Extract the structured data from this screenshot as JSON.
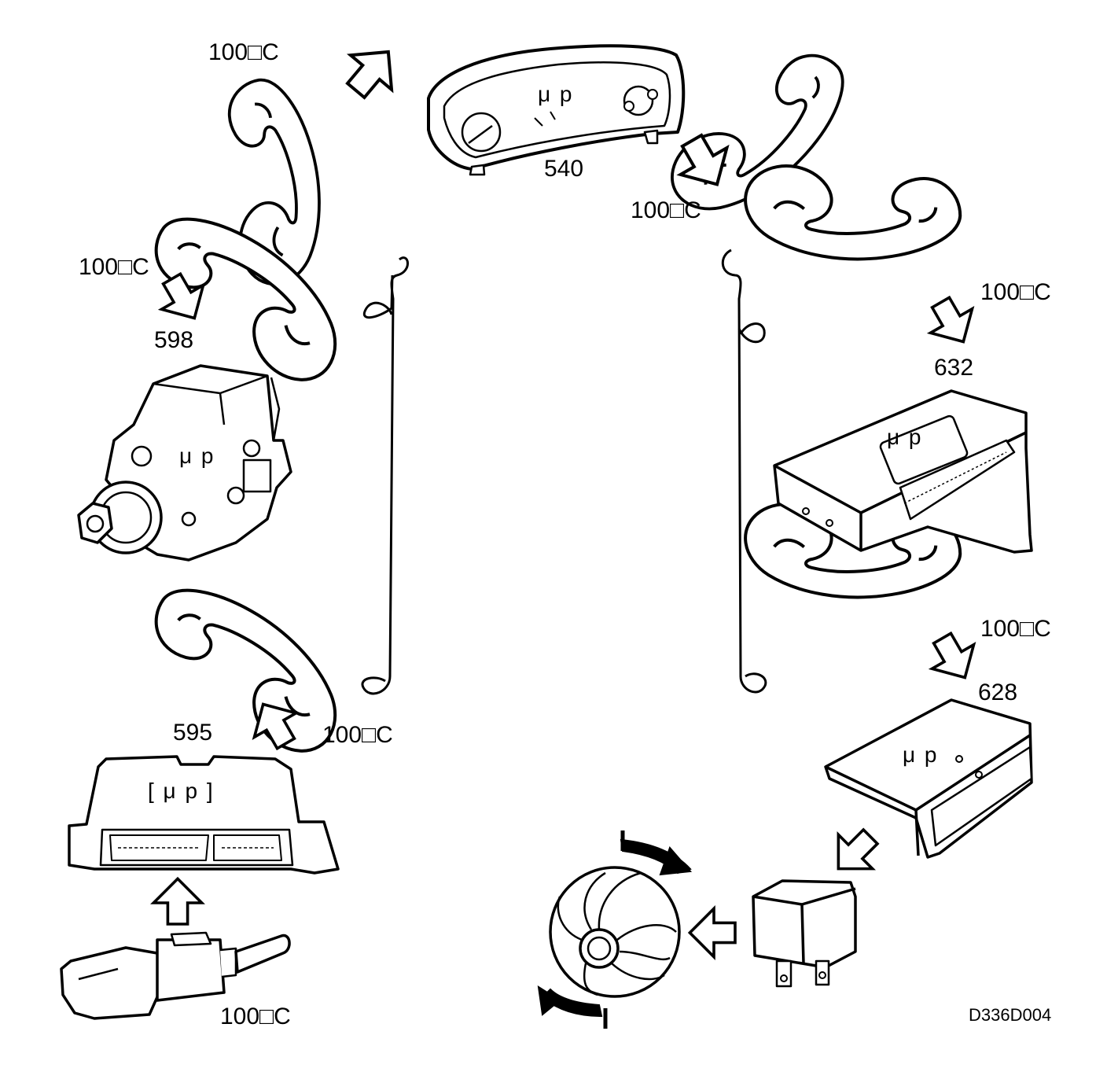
{
  "labels": {
    "temp": "100□C",
    "cluster": "540",
    "pump": "598",
    "ecm": "595",
    "module_632": "632",
    "module_628": "628",
    "drawing_code": "D336D004"
  },
  "chip_text": "μ p",
  "ecm_chip_text": "[ μ p ]",
  "colors": {
    "line": "#000000",
    "background": "#ffffff"
  }
}
